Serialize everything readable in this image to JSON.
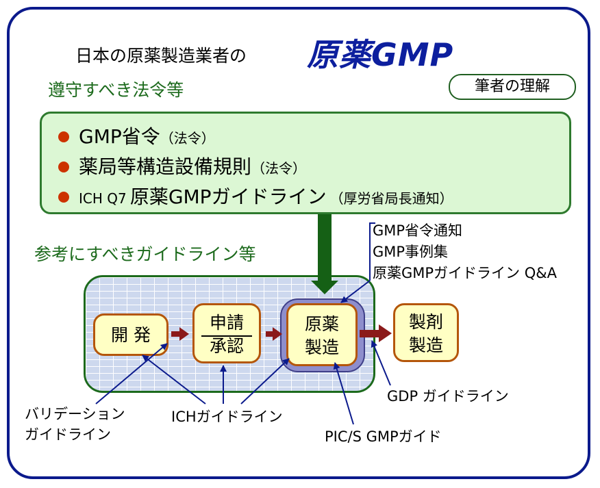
{
  "header": {
    "title_prefix": "日本の原薬製造業者の",
    "title_logo": "原薬GMP",
    "author_badge": "筆者の理解"
  },
  "sections": {
    "mandatory_heading": "遵守すべき法令等",
    "reference_heading": "参考にすべきガイドライン等"
  },
  "laws": [
    {
      "main": "GMP省令",
      "note": "（法令）"
    },
    {
      "main": "薬局等構造設備規則",
      "note": "（法令）"
    },
    {
      "prefix": "ICH Q7",
      "main": "原薬GMPガイドライン",
      "note": "（厚労省局長通知）"
    }
  ],
  "process": {
    "development": "開 発",
    "approval_line1": "申請",
    "approval_line2": "承認",
    "api_line1": "原薬",
    "api_line2": "製造",
    "drug_line1": "製剤",
    "drug_line2": "製造"
  },
  "guidelines": {
    "notice": [
      "GMP省令通知",
      "GMP事例集",
      "原薬GMPガイドライン Q&A"
    ],
    "validation_line1": "バリデーション",
    "validation_line2": "ガイドライン",
    "ich": "ICHガイドライン",
    "pics": "PIC/S GMPガイド",
    "gdp": "GDP ガイドライン"
  },
  "colors": {
    "border_navy": "#0b1a8c",
    "heading_green": "#1c6a1c",
    "law_box_fill": "#dcf7d4",
    "bullet_red": "#cc3300",
    "process_box_fill": "#ffffc4",
    "process_box_border": "#b4560a",
    "arrow_dark_red": "#8b1a1a",
    "arrow_green": "#156015",
    "brick_fill": "#cdd8ee",
    "api_highlight": "#8e8ecc"
  }
}
